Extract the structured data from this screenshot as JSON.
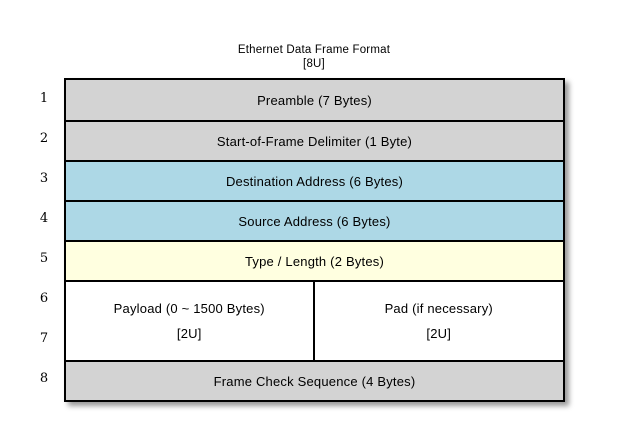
{
  "title": {
    "line1": "Ethernet Data Frame Format",
    "line2": "[8U]"
  },
  "colors": {
    "row_gray": "#d3d3d3",
    "row_blue": "#add8e6",
    "row_yellow": "#ffffe0",
    "row_white": "#ffffff",
    "border": "#000000"
  },
  "frame": {
    "row_numbers": [
      "1",
      "2",
      "3",
      "4",
      "5",
      "6",
      "7",
      "8"
    ],
    "rows": [
      {
        "label": "Preamble (7 Bytes)"
      },
      {
        "label": "Start-of-Frame Delimiter (1 Byte)"
      },
      {
        "label": "Destination Address (6 Bytes)"
      },
      {
        "label": "Source Address (6 Bytes)"
      },
      {
        "label": "Type / Length (2 Bytes)"
      },
      {
        "cells": [
          {
            "line1": "Payload (0 ~ 1500 Bytes)",
            "line2": "[2U]"
          },
          {
            "line1": "Pad (if necessary)",
            "line2": "[2U]"
          }
        ]
      },
      {
        "label": "Frame Check Sequence (4 Bytes)"
      }
    ]
  }
}
